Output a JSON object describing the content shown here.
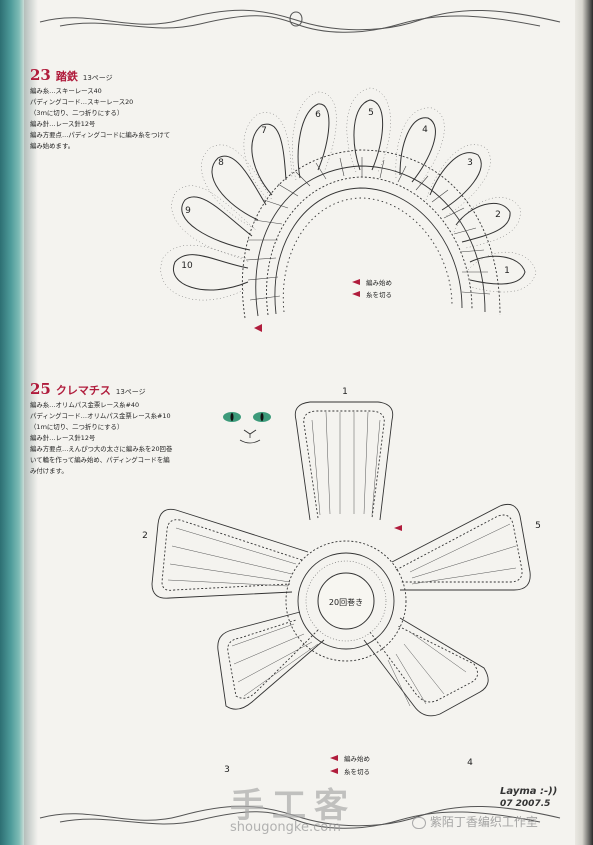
{
  "section_23": {
    "number": "23",
    "name": "踏鉄",
    "page_ref": "13ページ",
    "notes": [
      "編み糸…スキーレース40",
      "パディングコード…スキーレース20",
      "（3ｍに切り、二つ折りにする）",
      "編み針…レース針12号",
      "編み方要点…パディングコードに編み糸をつけて",
      "編み始めます。"
    ],
    "petal_numbers": [
      "1",
      "2",
      "3",
      "4",
      "5",
      "6",
      "7",
      "8",
      "9",
      "10"
    ],
    "legend": {
      "start": "編み始め",
      "end": "糸を切る"
    }
  },
  "section_25": {
    "number": "25",
    "name": "クレマチス",
    "page_ref": "13ページ",
    "notes": [
      "編み糸…オリムパス金票レース糸#40",
      "パディングコード…オリムパス金票レース糸#10",
      "（1ｍに切り、二つ折りにする）",
      "編み針…レース針12号",
      "編み方要点…えんぴつ大の太さに編み糸を20回巻",
      "いて輪を作って編み始め、パディングコードを編",
      "み付けます。"
    ],
    "center_label": "20回巻き",
    "petal_numbers": [
      "1",
      "2",
      "3",
      "4",
      "5"
    ],
    "legend": {
      "start": "編み始め",
      "end": "糸を切る"
    }
  },
  "credit": {
    "line1": "Layma :-))",
    "line2": "07 2007.5"
  },
  "watermark": {
    "main": "手工客",
    "url": "shougongke.com",
    "wechat": "紫陌丁香编织工作室"
  },
  "colors": {
    "accent": "#b01c3c",
    "spine": "#4e9b9a",
    "paper": "#f4f3ef"
  }
}
